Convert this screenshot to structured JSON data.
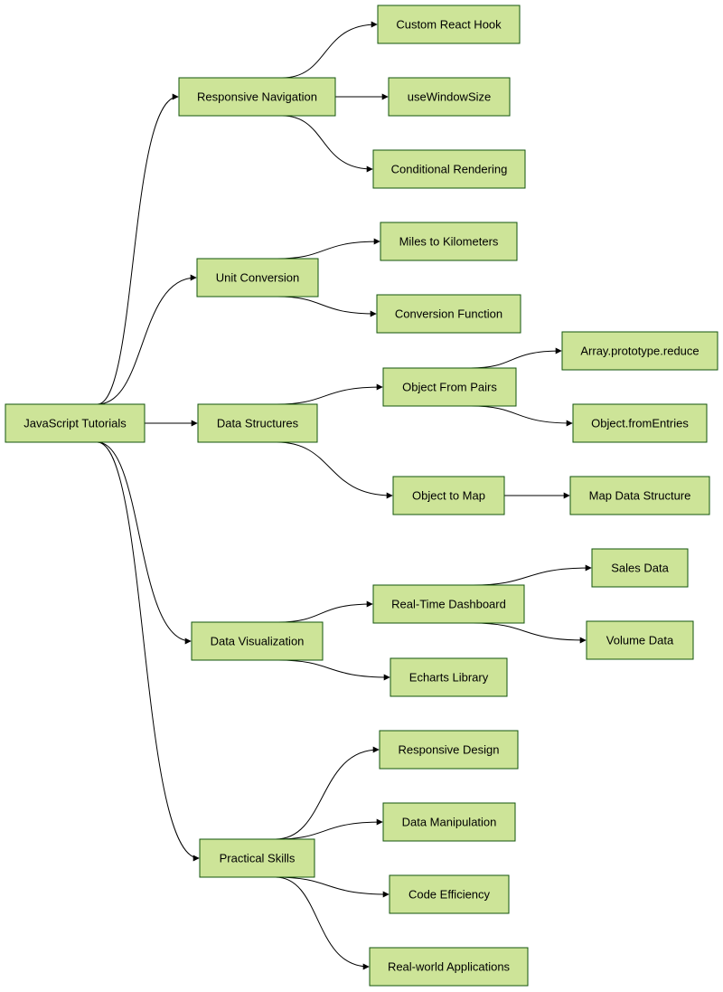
{
  "colors": {
    "node_fill": "#cde498",
    "node_border": "#13540c",
    "edge": "#000000"
  },
  "nodes": {
    "root": "JavaScript Tutorials",
    "responsive_navigation": "Responsive Navigation",
    "custom_react_hook": "Custom React Hook",
    "use_window_size": "useWindowSize",
    "conditional_rendering": "Conditional Rendering",
    "unit_conversion": "Unit Conversion",
    "miles_to_kilometers": "Miles to Kilometers",
    "conversion_function": "Conversion Function",
    "data_structures": "Data Structures",
    "object_from_pairs": "Object From Pairs",
    "array_prototype_reduce": "Array.prototype.reduce",
    "object_from_entries": "Object.fromEntries",
    "object_to_map": "Object to Map",
    "map_data_structure": "Map Data Structure",
    "data_visualization": "Data Visualization",
    "real_time_dashboard": "Real-Time Dashboard",
    "sales_data": "Sales Data",
    "volume_data": "Volume Data",
    "echarts_library": "Echarts Library",
    "practical_skills": "Practical Skills",
    "responsive_design": "Responsive Design",
    "data_manipulation": "Data Manipulation",
    "code_efficiency": "Code Efficiency",
    "real_world_applications": "Real-world Applications"
  },
  "edges": [
    [
      "root",
      "responsive_navigation"
    ],
    [
      "root",
      "unit_conversion"
    ],
    [
      "root",
      "data_structures"
    ],
    [
      "root",
      "data_visualization"
    ],
    [
      "root",
      "practical_skills"
    ],
    [
      "responsive_navigation",
      "custom_react_hook"
    ],
    [
      "responsive_navigation",
      "use_window_size"
    ],
    [
      "responsive_navigation",
      "conditional_rendering"
    ],
    [
      "unit_conversion",
      "miles_to_kilometers"
    ],
    [
      "unit_conversion",
      "conversion_function"
    ],
    [
      "data_structures",
      "object_from_pairs"
    ],
    [
      "data_structures",
      "object_to_map"
    ],
    [
      "object_from_pairs",
      "array_prototype_reduce"
    ],
    [
      "object_from_pairs",
      "object_from_entries"
    ],
    [
      "object_to_map",
      "map_data_structure"
    ],
    [
      "data_visualization",
      "real_time_dashboard"
    ],
    [
      "data_visualization",
      "echarts_library"
    ],
    [
      "real_time_dashboard",
      "sales_data"
    ],
    [
      "real_time_dashboard",
      "volume_data"
    ],
    [
      "practical_skills",
      "responsive_design"
    ],
    [
      "practical_skills",
      "data_manipulation"
    ],
    [
      "practical_skills",
      "code_efficiency"
    ],
    [
      "practical_skills",
      "real_world_applications"
    ]
  ]
}
